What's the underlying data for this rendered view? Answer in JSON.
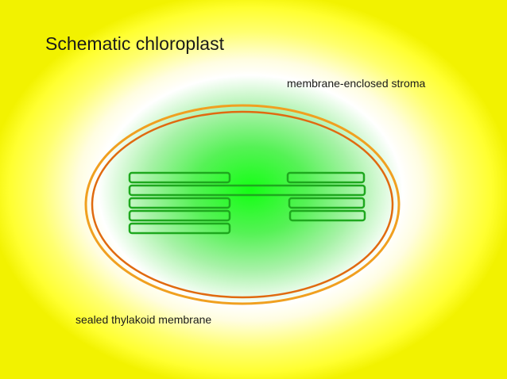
{
  "title": "Schematic chloroplast",
  "labels": {
    "stroma": "membrane-enclosed stroma",
    "thylakoid": "sealed thylakoid membrane"
  },
  "colors": {
    "outer_membrane": "#f0a020",
    "inner_membrane": "#e06a10",
    "thylakoid": "#1ea81e"
  }
}
